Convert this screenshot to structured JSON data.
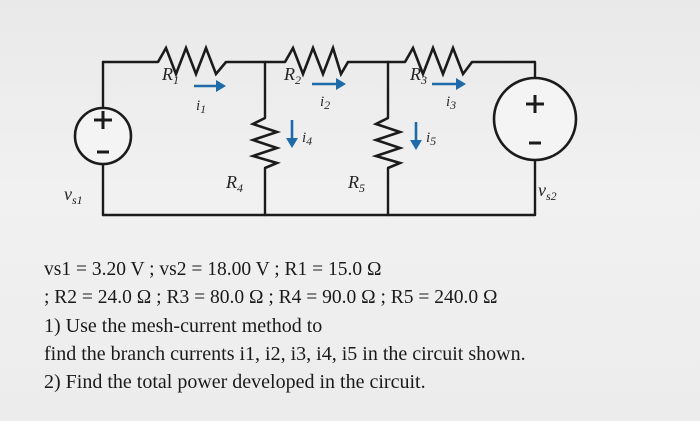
{
  "circuit": {
    "resistors": [
      {
        "id": "R1",
        "label": "R",
        "sub": "1"
      },
      {
        "id": "R2",
        "label": "R",
        "sub": "2"
      },
      {
        "id": "R3",
        "label": "R",
        "sub": "3"
      },
      {
        "id": "R4",
        "label": "R",
        "sub": "4"
      },
      {
        "id": "R5",
        "label": "R",
        "sub": "5"
      }
    ],
    "sources": [
      {
        "id": "vs1",
        "label": "v",
        "sub": "s1",
        "positive_sign": "+",
        "negative_sign": "−"
      },
      {
        "id": "vs2",
        "label": "v",
        "sub": "s2",
        "positive_sign": "+",
        "negative_sign": "−"
      }
    ],
    "currents": [
      {
        "id": "i1",
        "label": "i",
        "sub": "1",
        "direction": "right"
      },
      {
        "id": "i2",
        "label": "i",
        "sub": "2",
        "direction": "right"
      },
      {
        "id": "i3",
        "label": "i",
        "sub": "3",
        "direction": "right"
      },
      {
        "id": "i4",
        "label": "i",
        "sub": "4",
        "direction": "down"
      },
      {
        "id": "i5",
        "label": "i",
        "sub": "5",
        "direction": "down"
      }
    ],
    "colors": {
      "wire": "#1b1b1b",
      "current_arrow": "#1f6aa8"
    }
  },
  "problem": {
    "given_line_1": "vs1 = 3.20 V ; vs2 = 18.00 V ; R1 = 15.0 Ω",
    "given_line_2": "; R2 = 24.0 Ω ; R3 = 80.0 Ω ; R4 = 90.0 Ω ; R5 = 240.0 Ω",
    "question_1a": "1) Use the mesh-current method to",
    "question_1b": "find the branch currents i1, i2, i3, i4, i5 in the circuit shown.",
    "question_2": "2) Find the total power developed in the circuit."
  }
}
